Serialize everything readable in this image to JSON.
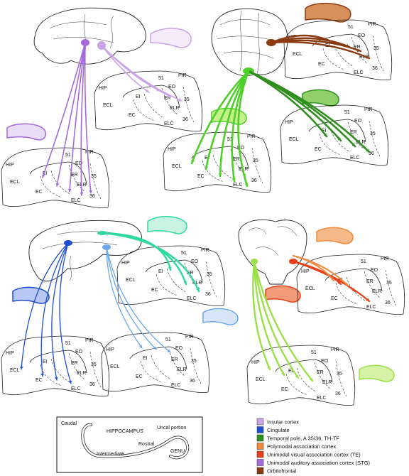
{
  "colors": {
    "insular": "#c9a4e6",
    "insular_light": "#ddc6f2",
    "cingulate_dark": "#1f4ecf",
    "cingulate_light": "#6ea7e8",
    "temporal_green": "#2f8f1e",
    "temporal_mid": "#4fcf2a",
    "temporal_light": "#9be04a",
    "temporal_teal": "#2fd9a0",
    "polymodal": "#ef8a3a",
    "visual": "#e8401a",
    "auditory": "#a56ad9",
    "orbito": "#8a3a10"
  },
  "labels": {
    "hip": "HIP",
    "a51": "51",
    "pir": "PIR",
    "eo": "EO",
    "er": "ER",
    "ei": "EI",
    "elr": "ELR",
    "ecl": "ECL",
    "ec": "EC",
    "elc": "ELC",
    "a35": "35",
    "a36": "36"
  },
  "legend": [
    {
      "label": "Insular cortex",
      "color": "#c9a4e6"
    },
    {
      "label": "Cingulate",
      "color": "#1f4ecf"
    },
    {
      "label": "Temporal pole, A 35/36, TH-TF",
      "color": "#2f8f1e"
    },
    {
      "label": "Polymodal association cortex",
      "color": "#ef8a3a"
    },
    {
      "label": "Unimodal visual association cortex (TE)",
      "color": "#e8401a"
    },
    {
      "label": "Unimodal auditory association cortex (STG)",
      "color": "#a56ad9"
    },
    {
      "label": "Orbitofrontal",
      "color": "#8a3a10"
    }
  ],
  "key": {
    "caudal": "Caudal",
    "hippocampus": "HIPPOCAMPUS",
    "uncal": "Uncal portion",
    "rostral": "Rostral",
    "intermediate": "Intermediate",
    "genu": "GENU"
  }
}
